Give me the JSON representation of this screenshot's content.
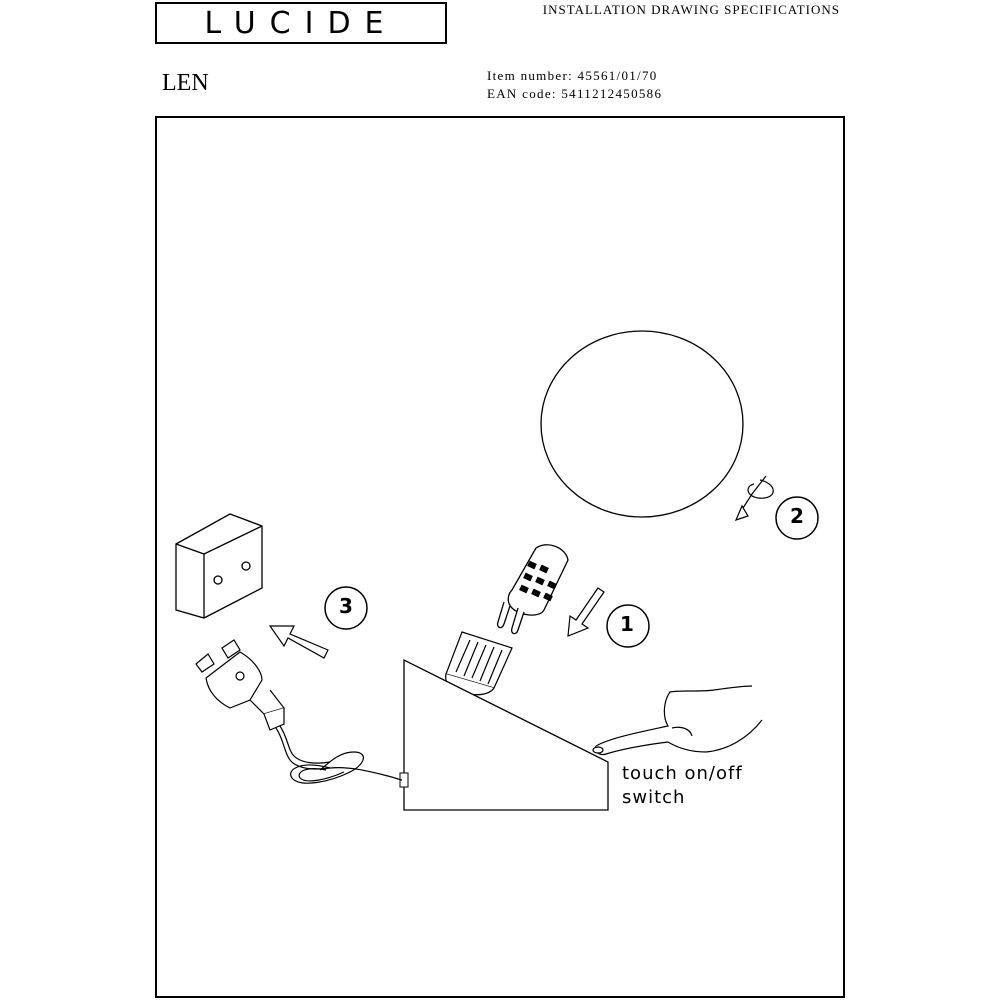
{
  "header": {
    "brand": "LUCIDE",
    "doc_title": "INSTALLATION DRAWING SPECIFICATIONS",
    "product_name": "LEN",
    "item_number": "Item number: 45561/01/70",
    "ean_code": "EAN code: 5411212450586"
  },
  "steps": {
    "step1": "1",
    "step2": "2",
    "step3": "3"
  },
  "caption": {
    "line1": "touch on/off",
    "line2": "switch"
  }
}
